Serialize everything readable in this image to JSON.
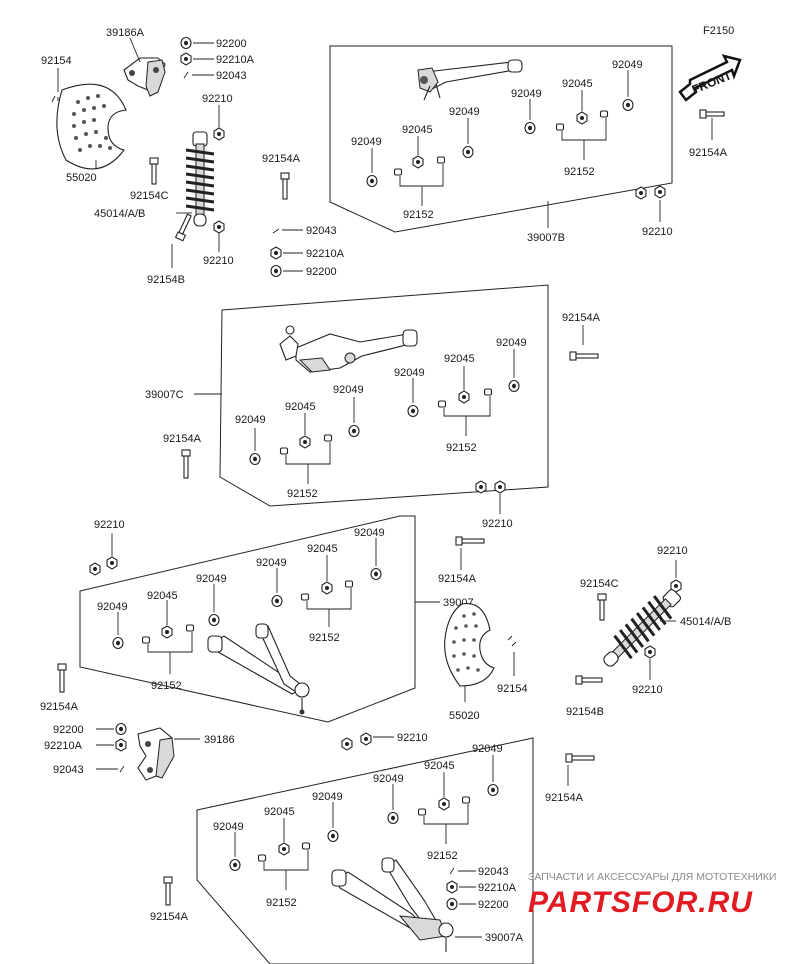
{
  "figure_code": "F2150",
  "front_arrow": "FRONT",
  "labels": {
    "p39186A": "39186A",
    "p92200": "92200",
    "p92210A": "92210A",
    "p92043": "92043",
    "p92154": "92154",
    "p92210": "92210",
    "p55020": "55020",
    "p92154A": "92154A",
    "p92154B": "92154B",
    "p92154C": "92154C",
    "p45014": "45014/A/B",
    "p92049": "92049",
    "p92045": "92045",
    "p92152": "92152",
    "p39007B": "39007B",
    "p39007C": "39007C",
    "p39007": "39007",
    "p39186": "39186",
    "p39007A": "39007A"
  },
  "watermark": {
    "tagline": "ЗАПЧАСТИ И АКСЕССУАРЫ ДЛЯ МОТОТЕХНИКИ",
    "brand": "PARTSFOR.RU"
  }
}
